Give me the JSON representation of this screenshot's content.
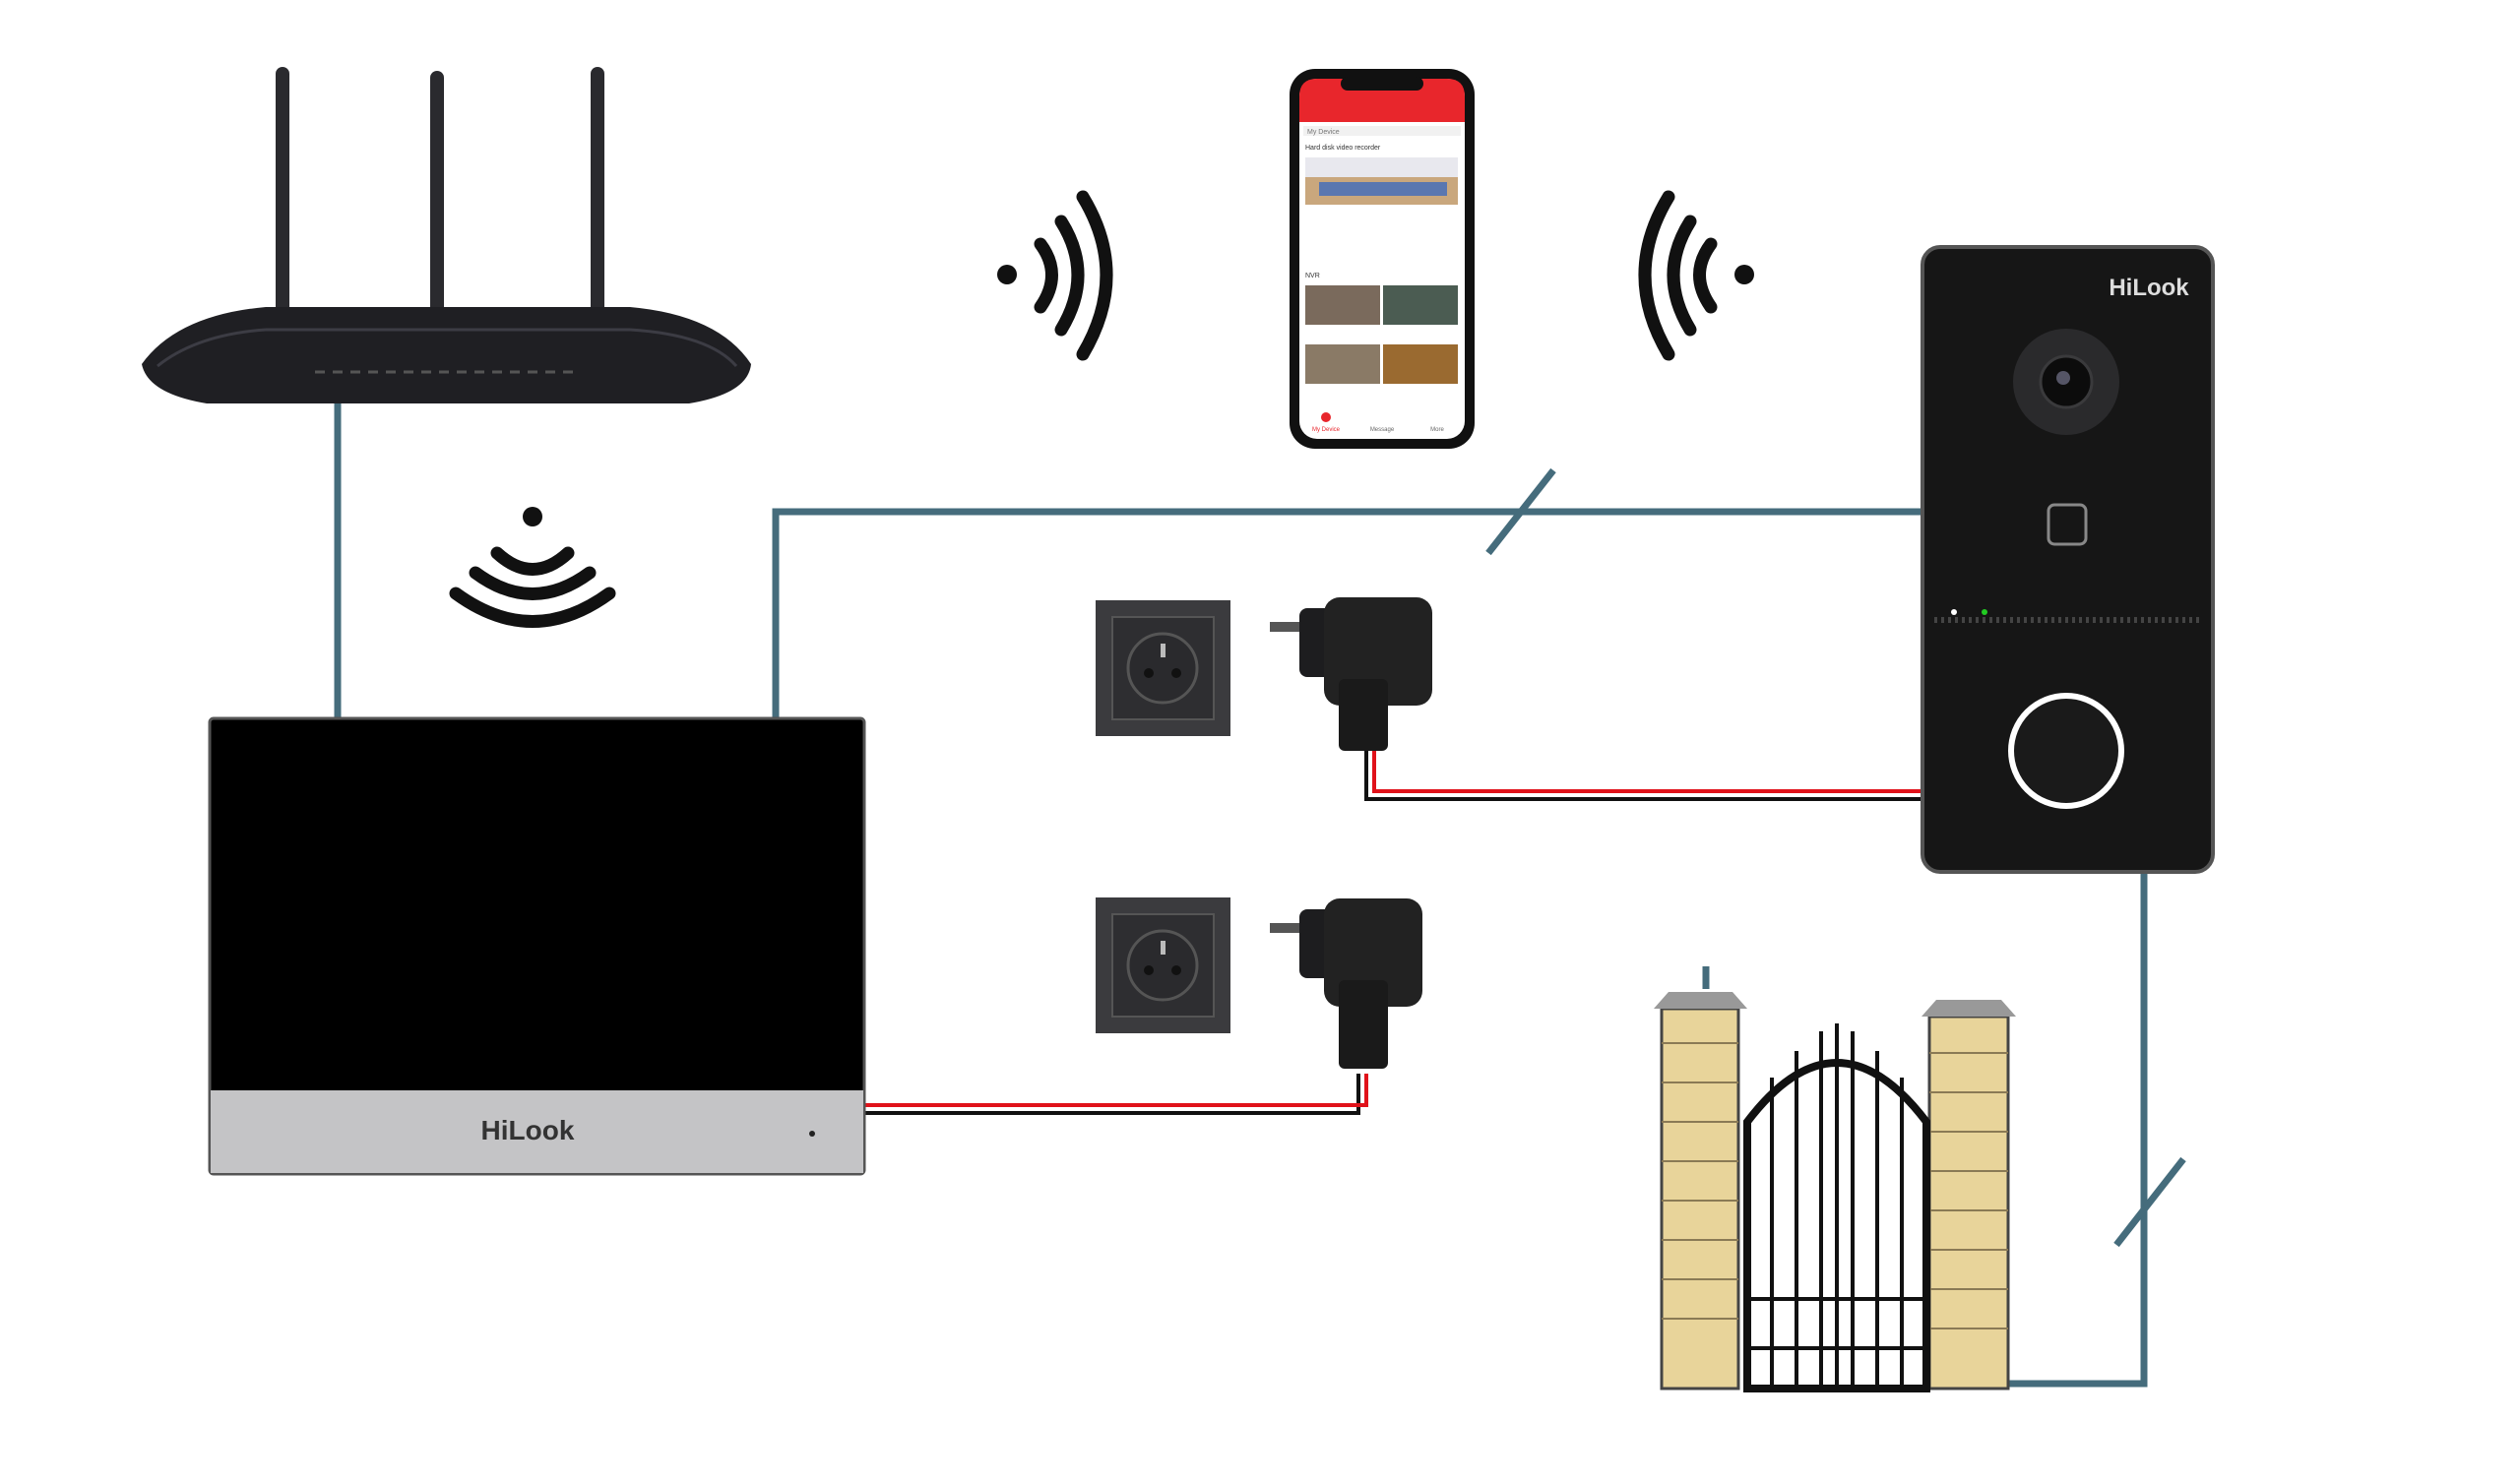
{
  "monitor": {
    "brand": "HiLook"
  },
  "doorbell": {
    "brand": "HiLook"
  },
  "phone": {
    "section_title": "My Device",
    "device_1": "Hard disk video recorder",
    "device_2": "NVR",
    "tabs": [
      "My Device",
      "Message",
      "More"
    ]
  },
  "colors": {
    "cable": "#456c7c",
    "power_red": "#e0121a",
    "app_red": "#e8262c"
  }
}
